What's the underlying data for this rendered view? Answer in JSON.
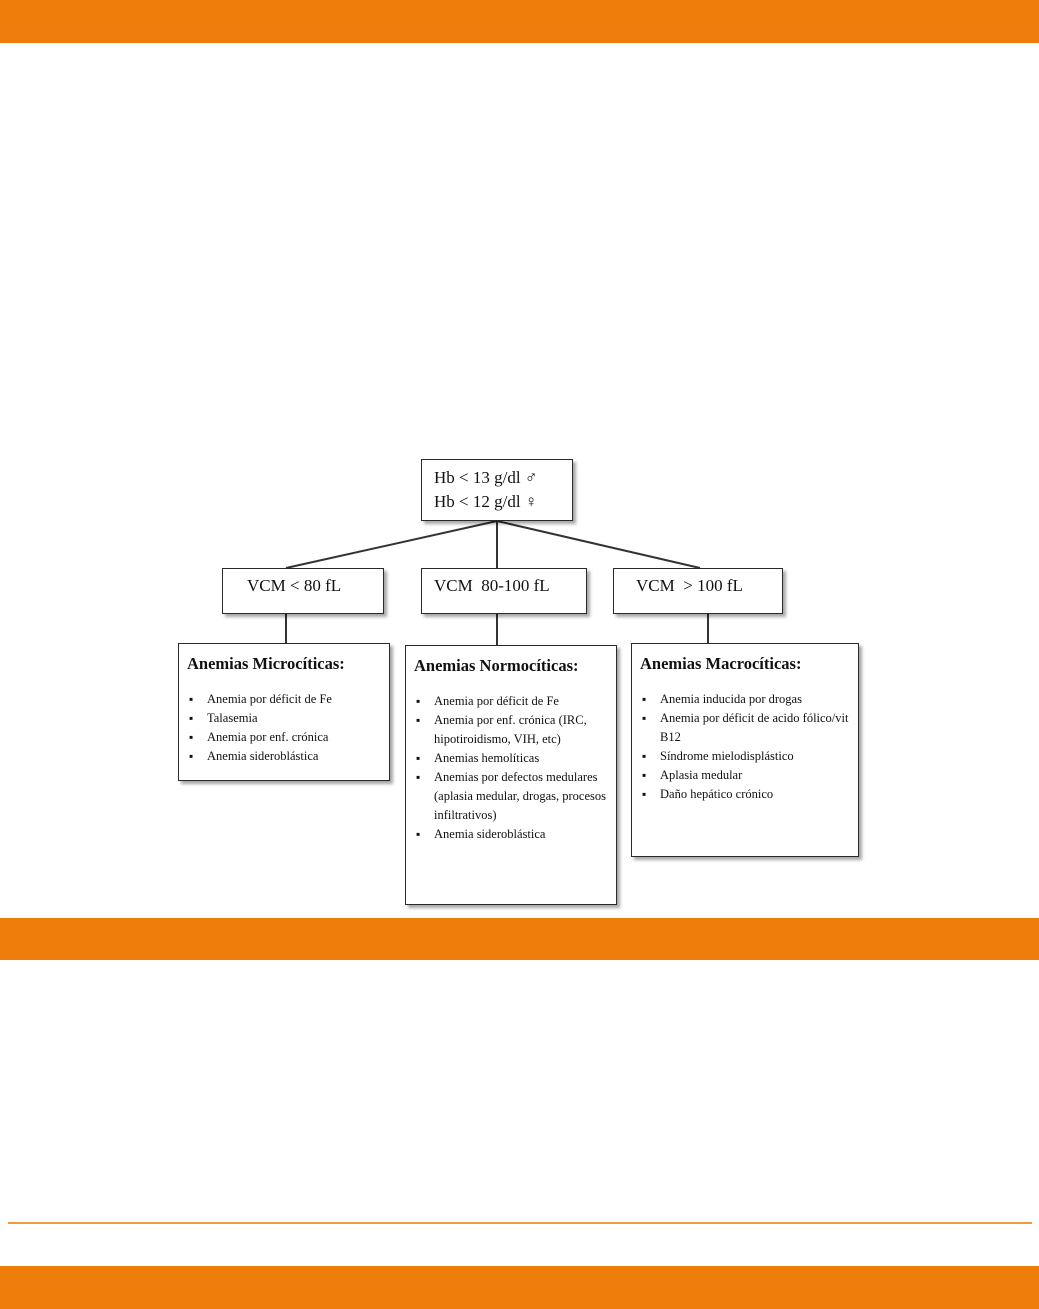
{
  "colors": {
    "accent_bar": "#ef7d0b",
    "rule": "#ef9a3c",
    "box_border": "#2a2a2a"
  },
  "root": {
    "line1": "Hb < 13 g/dl ♂",
    "line2": "Hb < 12 g/dl ♀"
  },
  "vcm": [
    "VCM < 80 fL",
    "VCM  80-100 fL",
    "VCM  > 100 fL"
  ],
  "categories": [
    {
      "title": "Anemias Microcíticas:",
      "items": [
        "Anemia por déficit de Fe",
        "Talasemia",
        "Anemia por enf. crónica",
        "Anemia sideroblástica"
      ]
    },
    {
      "title": "Anemias Normocíticas:",
      "items": [
        "Anemia por déficit de Fe",
        "Anemia por enf. crónica (IRC, hipotiroidismo, VIH, etc)",
        "Anemias hemolíticas",
        "Anemias por defectos medulares (aplasia medular, drogas, procesos infiltrativos)",
        "Anemia sideroblástica"
      ]
    },
    {
      "title": "Anemias Macrocíticas:",
      "items": [
        "Anemia inducida por drogas",
        "Anemia por déficit de acido fólico/vit B12",
        "Síndrome mielodisplástico",
        "Aplasia medular",
        "Daño hepático crónico"
      ]
    }
  ]
}
